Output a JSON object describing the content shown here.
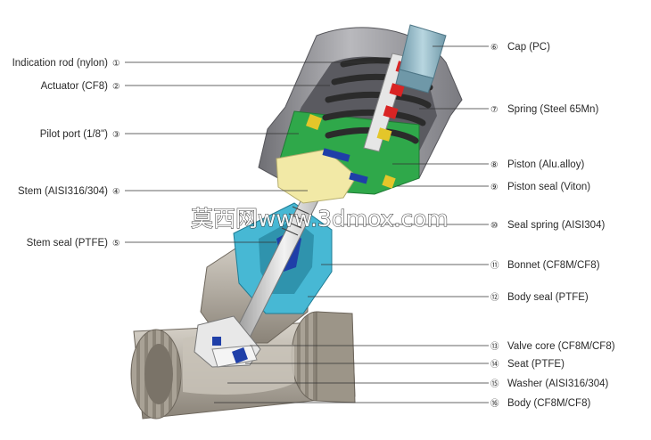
{
  "watermark": "莫西网www.3dmox.com",
  "labels": [
    {
      "id": 1,
      "num": "①",
      "text": "Indication rod (nylon)",
      "side": "left"
    },
    {
      "id": 2,
      "num": "②",
      "text": "Actuator (CF8)",
      "side": "left"
    },
    {
      "id": 3,
      "num": "③",
      "text": "Pilot port (1/8\")",
      "side": "left"
    },
    {
      "id": 4,
      "num": "④",
      "text": "Stem (AISI316/304)",
      "side": "left"
    },
    {
      "id": 5,
      "num": "⑤",
      "text": "Stem seal (PTFE)",
      "side": "left"
    },
    {
      "id": 6,
      "num": "⑥",
      "text": "Cap (PC)",
      "side": "right"
    },
    {
      "id": 7,
      "num": "⑦",
      "text": "Spring (Steel 65Mn)",
      "side": "right"
    },
    {
      "id": 8,
      "num": "⑧",
      "text": "Piston (Alu.alloy)",
      "side": "right"
    },
    {
      "id": 9,
      "num": "⑨",
      "text": "Piston seal (Viton)",
      "side": "right"
    },
    {
      "id": 10,
      "num": "⑩",
      "text": "Seal spring (AISI304)",
      "side": "right"
    },
    {
      "id": 11,
      "num": "⑪",
      "text": "Bonnet (CF8M/CF8)",
      "side": "right"
    },
    {
      "id": 12,
      "num": "⑫",
      "text": "Body seal (PTFE)",
      "side": "right"
    },
    {
      "id": 13,
      "num": "⑬",
      "text": "Valve core (CF8M/CF8)",
      "side": "right"
    },
    {
      "id": 14,
      "num": "⑭",
      "text": "Seat (PTFE)",
      "side": "right"
    },
    {
      "id": 15,
      "num": "⑮",
      "text": "Washer (AISI316/304)",
      "side": "right"
    },
    {
      "id": 16,
      "num": "⑯",
      "text": "Body (CF8M/CF8)",
      "side": "right"
    }
  ],
  "colors": {
    "metal": "#b3ada3",
    "metal_dark": "#7d766c",
    "actuator": "#8f8f93",
    "piston": "#2fa84a",
    "spring": "#2b2b2b",
    "indicator": "#d92424",
    "cap": "#8fb6c4",
    "bonnet": "#47b8d4",
    "yellow_part": "#f2e9a6",
    "seal_blue": "#1f3fa8"
  }
}
